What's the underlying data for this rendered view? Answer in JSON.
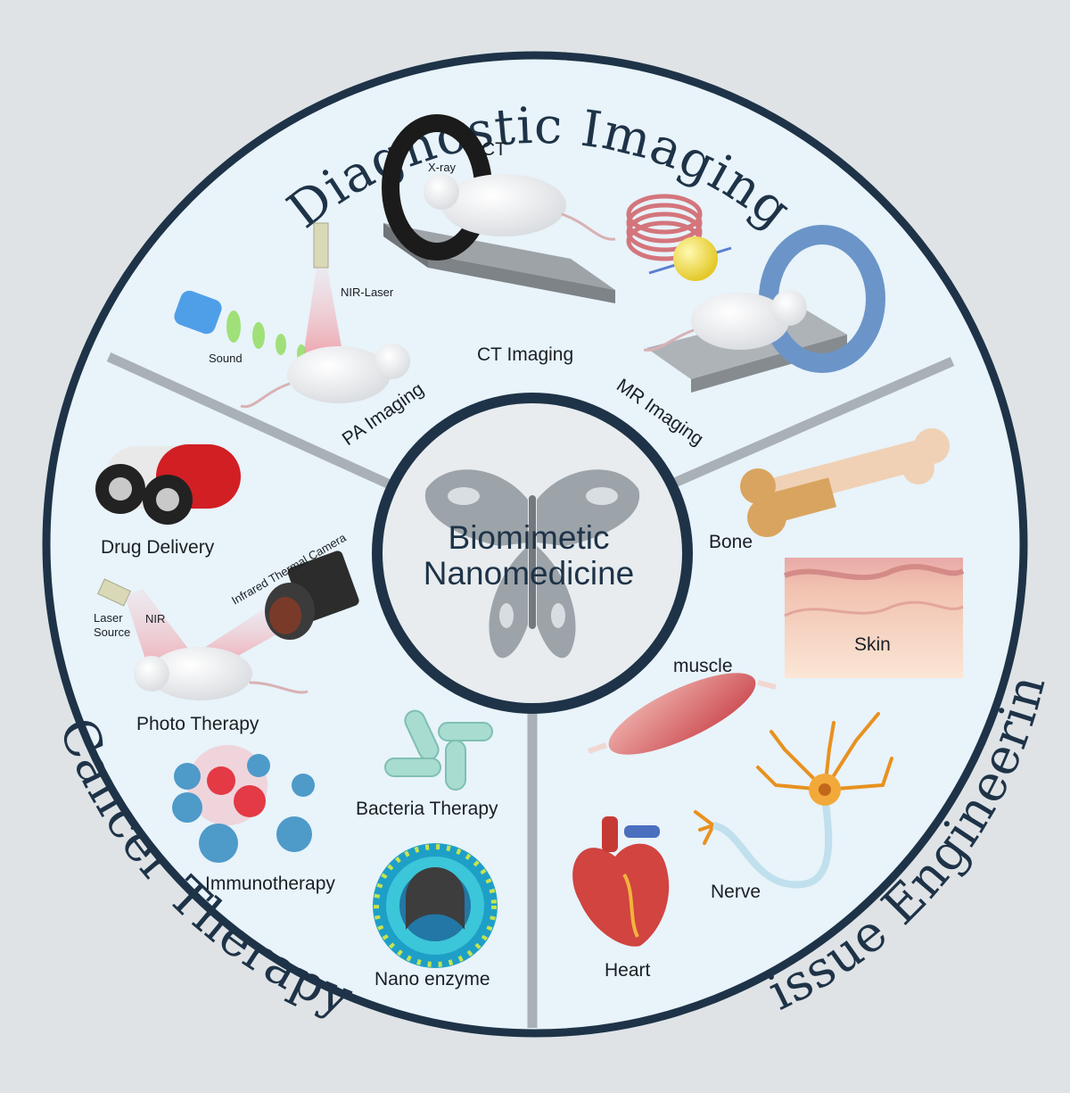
{
  "sections": {
    "diagnostic_imaging": {
      "title": "Diagnostic Imaging",
      "items": {
        "ct_imaging": "CT Imaging",
        "pa_imaging": "PA Imaging",
        "mr_imaging": "MR Imaging",
        "ct": "CT",
        "x_ray": "X-ray",
        "nir_laser": "NIR-Laser",
        "sound": "Sound"
      }
    },
    "cancer_therapy": {
      "title": "Cancer Therapy",
      "items": {
        "drug_delivery": "Drug Delivery",
        "photo_therapy": "Photo Therapy",
        "infrared_camera": "Infrared Thermal Camera",
        "laser": "Laser",
        "source": "Source",
        "nir": "NIR",
        "immunotherapy": "Immunotherapy",
        "bacteria_therapy": "Bacteria Therapy",
        "nano_enzyme": "Nano enzyme"
      }
    },
    "tissue_engineering": {
      "title": "Tissue Engineering",
      "items": {
        "bone": "Bone",
        "skin": "Skin",
        "muscle": "muscle",
        "nerve": "Nerve",
        "heart": "Heart"
      }
    }
  },
  "center": {
    "line1": "Biomimetic",
    "line2": "Nanomedicine"
  },
  "colors": {
    "ring": "#1e3347",
    "panel": "#e8f3fa",
    "divider": "#a9b0b6",
    "background": "#dfe3e6"
  }
}
